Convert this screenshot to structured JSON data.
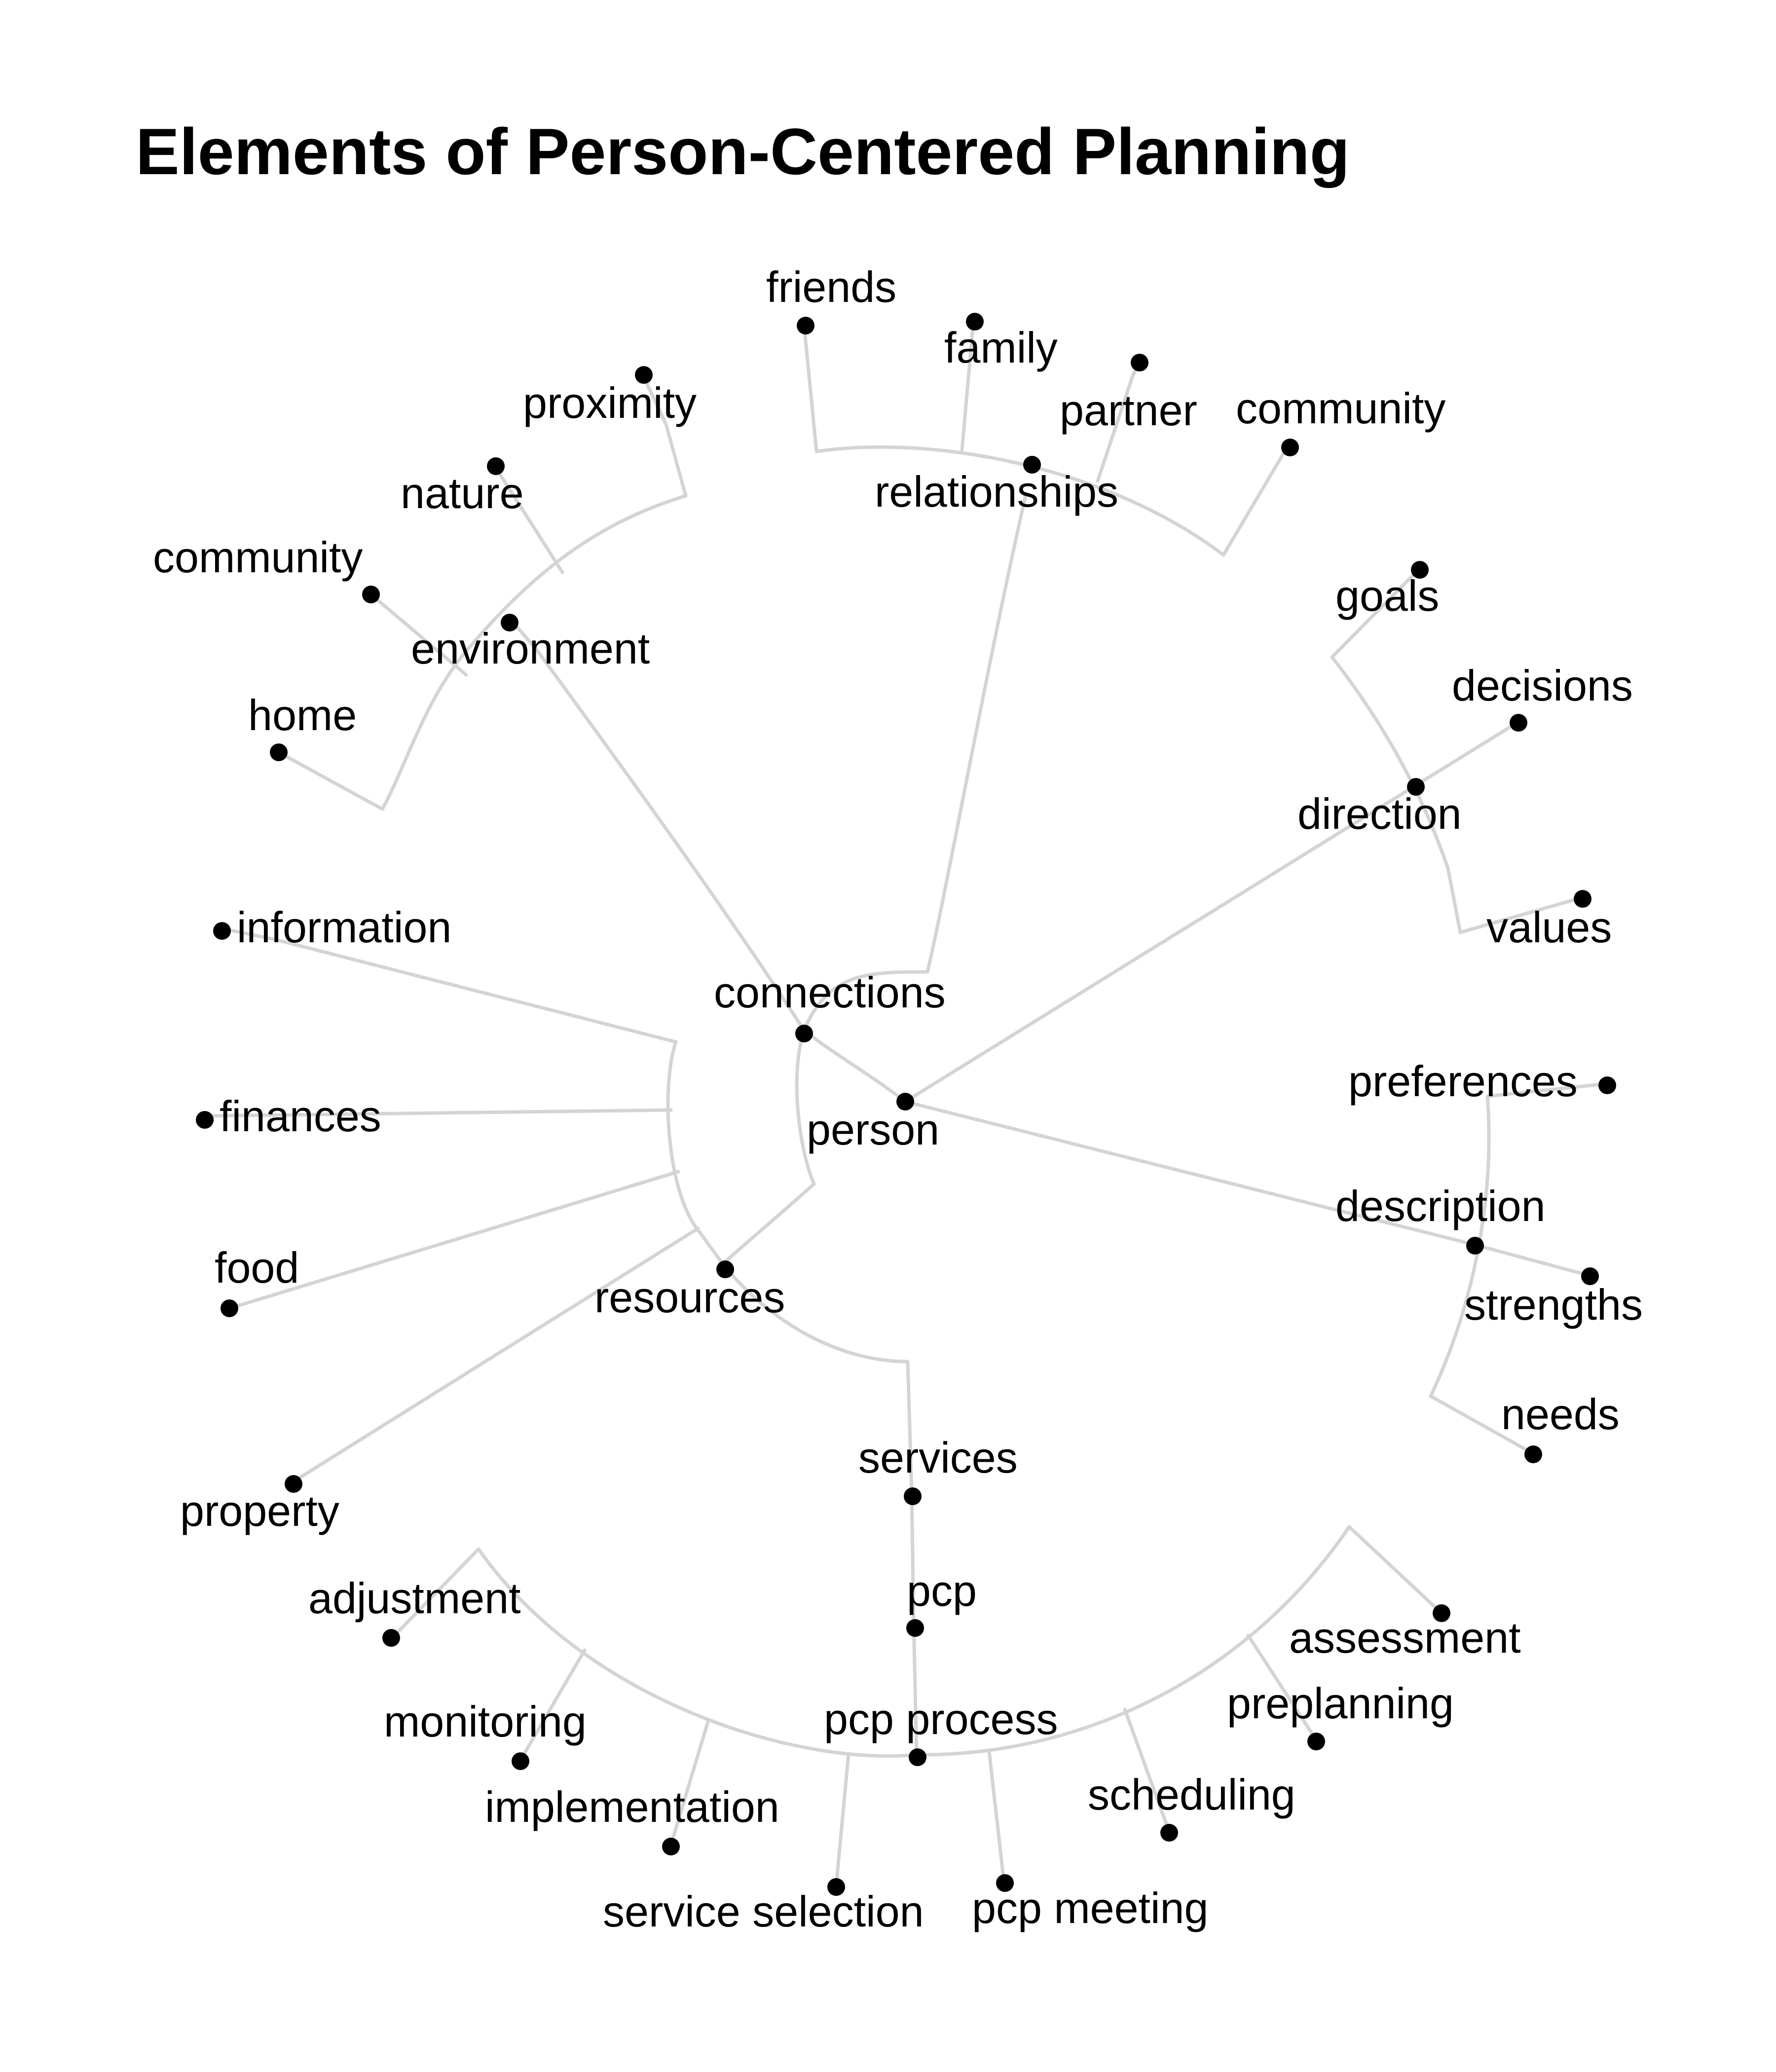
{
  "title": "Elements of Person-Centered Planning",
  "colors": {
    "edge": "#d4d4d4",
    "node": "#000000",
    "text": "#000000",
    "background": "#ffffff"
  },
  "nodes": {
    "person": "person",
    "connections": "connections",
    "relationships": "relationships",
    "friends": "friends",
    "family": "family",
    "partner": "partner",
    "community_rel": "community",
    "environment": "environment",
    "proximity": "proximity",
    "nature": "nature",
    "community_env": "community",
    "home": "home",
    "direction": "direction",
    "goals": "goals",
    "decisions": "decisions",
    "values": "values",
    "description": "description",
    "preferences": "preferences",
    "strengths": "strengths",
    "needs": "needs",
    "resources": "resources",
    "information": "information",
    "finances": "finances",
    "food": "food",
    "property": "property",
    "services": "services",
    "pcp": "pcp",
    "pcp_process": "pcp process",
    "adjustment": "adjustment",
    "monitoring": "monitoring",
    "implementation": "implementation",
    "service_selection": "service selection",
    "pcp_meeting": "pcp meeting",
    "scheduling": "scheduling",
    "preplanning": "preplanning",
    "assessment": "assessment"
  }
}
